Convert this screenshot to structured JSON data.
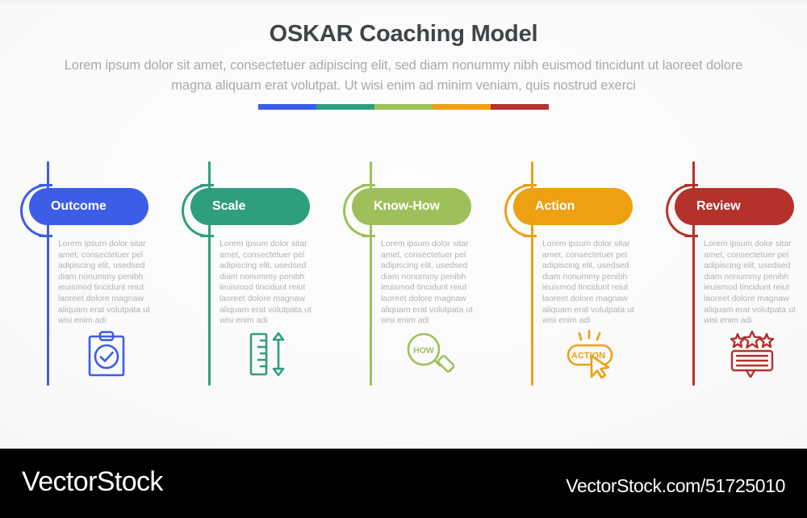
{
  "header": {
    "title": "OSKAR Coaching Model",
    "subtitle": "Lorem ipsum dolor sit amet, consectetuer adipiscing elit, sed diam nonummy nibh euismod tincidunt ut laoreet dolore magna aliquam erat volutpat. Ut wisi enim ad minim veniam, quis nostrud exerci"
  },
  "divider": {
    "colors": [
      "#3b5de7",
      "#2f9e7f",
      "#9dc05a",
      "#eda012",
      "#b5312c"
    ]
  },
  "stages": [
    {
      "label": "Outcome",
      "color": "#3b5de7",
      "icon": "clipboard-check-icon",
      "body": "Lorem ipsum dolor sitar amet, consectetuer pel adipiscing elit, usedsed diam nonummy penibh ieuismod tincidunt reiut laoreet dolore magnaw aliquam erat volutpata ut wisi enim adi"
    },
    {
      "label": "Scale",
      "color": "#2f9e7f",
      "icon": "ruler-arrow-icon",
      "body": "Lorem ipsum dolor sitar amet, consectetuer pel adipiscing elit, usedsed diam nonummy penibh ieuismod tincidunt reiut laoreet dolore magnaw aliquam erat volutpata ut wisi enim adi"
    },
    {
      "label": "Know-How",
      "color": "#9dc05a",
      "icon": "magnifier-how-icon",
      "icon_text": "HOW",
      "body": "Lorem ipsum dolor sitar amet, consectetuer pel adipiscing elit, usedsed diam nonummy penibh ieuismod tincidunt reiut laoreet dolore magnaw aliquam erat volutpata ut wisi enim adi"
    },
    {
      "label": "Action",
      "color": "#eda012",
      "icon": "action-button-click-icon",
      "icon_text": "ACTION",
      "body": "Lorem ipsum dolor sitar amet, consectetuer pel adipiscing elit, usedsed diam nonummy penibh ieuismod tincidunt reiut laoreet dolore magnaw aliquam erat volutpata ut wisi enim adi"
    },
    {
      "label": "Review",
      "color": "#b5312c",
      "icon": "stars-speech-bubble-icon",
      "body": "Lorem ipsum dolor sitar amet, consectetuer pel adipiscing elit, usedsed diam nonummy penibh ieuismod tincidunt reiut laoreet dolore magnaw aliquam erat volutpata ut wisi enim adi"
    }
  ],
  "footer": {
    "brand": "VectorStock",
    "url": "VectorStock.com/51725010",
    "background": "#000000"
  }
}
